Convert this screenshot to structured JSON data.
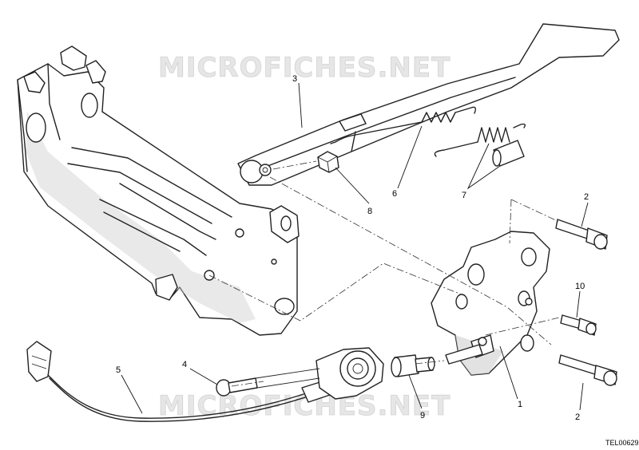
{
  "watermark": {
    "text": "MICROFICHES.NET"
  },
  "reference_code": "TEL00629",
  "callouts": {
    "c1": "1",
    "c2a": "2",
    "c2b": "2",
    "c3": "3",
    "c4": "4",
    "c5": "5",
    "c6": "6",
    "c7": "7",
    "c8": "8",
    "c9": "9",
    "c10": "10"
  }
}
